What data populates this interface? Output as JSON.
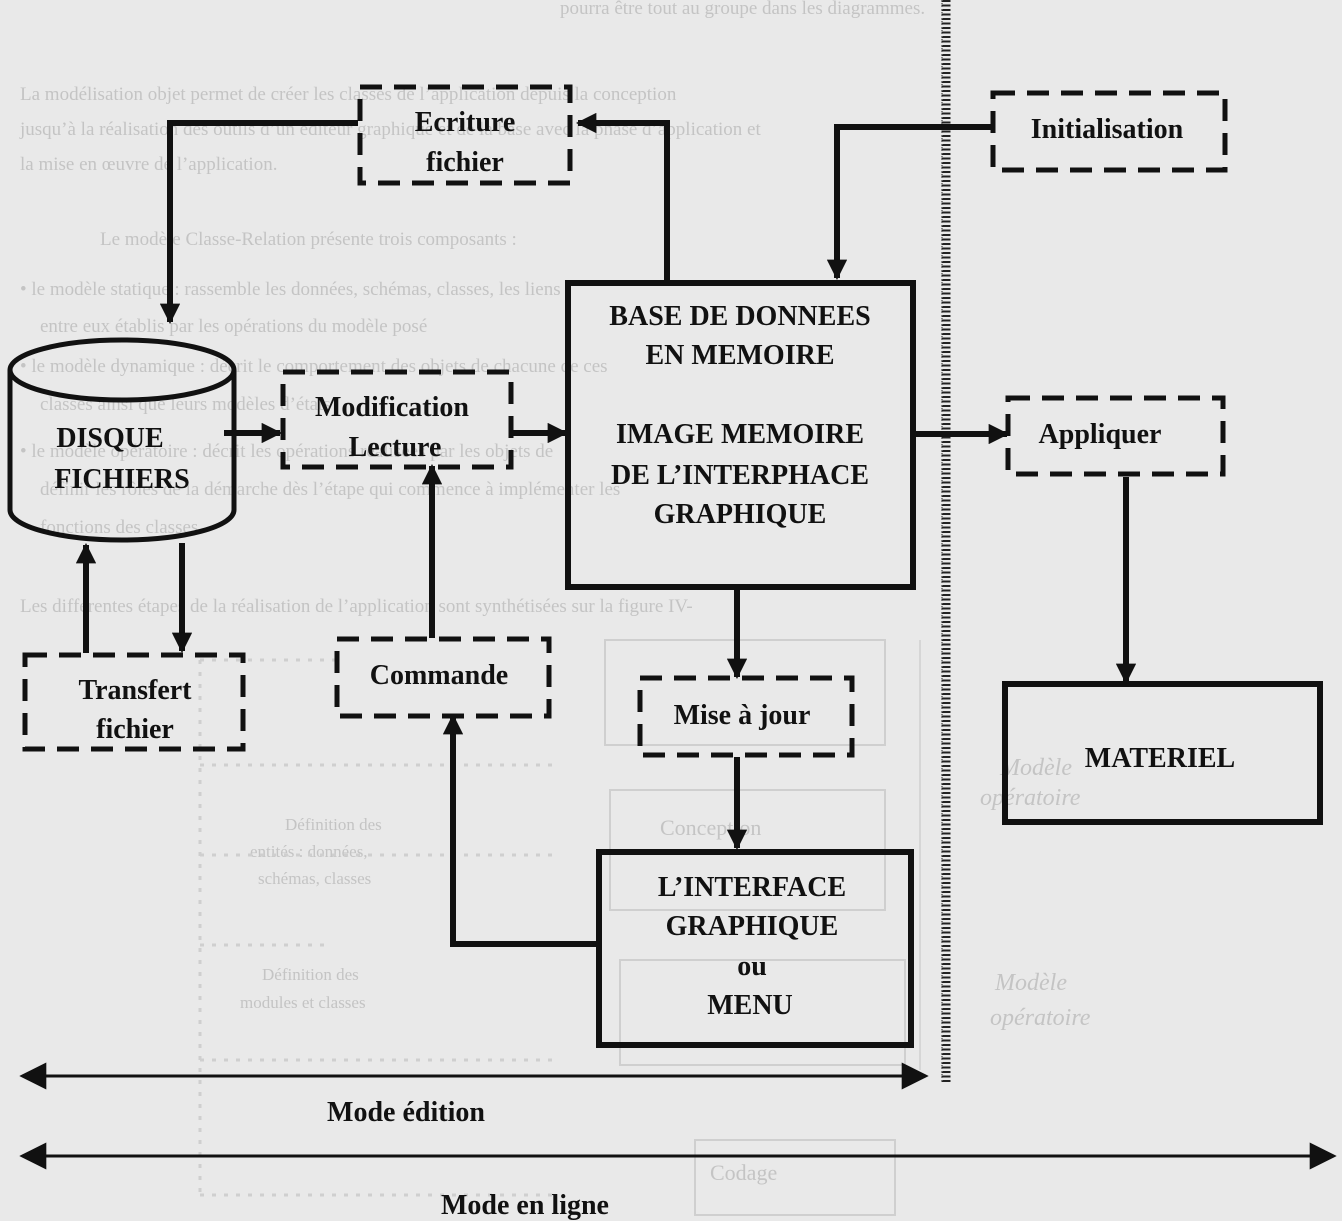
{
  "diagram": {
    "nodes": {
      "ecriture": [
        "Ecriture",
        "fichier"
      ],
      "initialisation": [
        "Initialisation"
      ],
      "base": [
        "BASE DE DONNEES",
        "EN MEMOIRE",
        "",
        "IMAGE MEMOIRE",
        "DE L’INTERPHACE",
        "GRAPHIQUE"
      ],
      "disque": [
        "DISQUE",
        "FICHIERS"
      ],
      "modification": [
        "Modification",
        "Lecture"
      ],
      "appliquer": [
        "Appliquer"
      ],
      "transfert": [
        "Transfert",
        "fichier"
      ],
      "commande": [
        "Commande"
      ],
      "miseajour": [
        "Mise à jour"
      ],
      "materiel": [
        "MATERIEL"
      ],
      "interface": [
        "L’INTERFACE",
        "GRAPHIQUE",
        "ou",
        "MENU"
      ]
    },
    "modes": {
      "edition": "Mode édition",
      "en_ligne": "Mode en ligne"
    }
  },
  "background_text": {
    "paragraph_lines": [
      "pourra être tout au groupe dans les diagrammes.",
      "La modélisation objet permet de créer les classes de l’application depuis la conception",
      "jusqu’à la réalisation des outils d’un éditeur graphique et de la base avec la phase d’application et",
      "la mise en œuvre de l’application.",
      "Le modèle Classe-Relation présente trois composants :",
      "• le modèle statique : rassemble les données, schémas, classes, les liens",
      "entre eux établis par les opérations du modèle posé",
      "• le modèle dynamique : décrit le comportement des objets de chacune de ces",
      "classes ainsi que leurs modèles d’états",
      "• le modèle opératoire : décrit les opérations réalisées par les objets de",
      "définir les rôles de la démarche dès l’étape qui commence à implémenter les",
      "fonctions des classes.",
      "Les différentes étapes de la réalisation de l’application sont synthétisées sur la figure IV-"
    ],
    "figure_labels": [
      "Modèle",
      "opératoire",
      "Conception",
      "Définition des",
      "entités : données,",
      "schémas, classes",
      "Définition des",
      "modules et classes",
      "Codage"
    ]
  }
}
